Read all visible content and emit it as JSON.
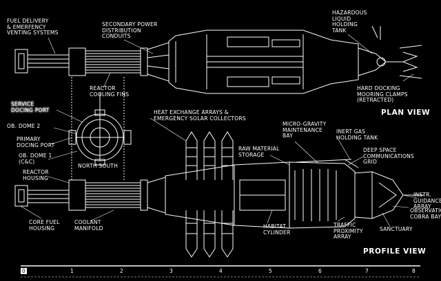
{
  "labels": {
    "fuel_delivery": "FUEL DELIVERY\n& EMERFENCY\nVENTING SYSTEMS",
    "secondary_power": "SECONDARY POWER\nDISTRIBUTION\nCONDUITS",
    "hazardous_tank": "HAZARDOUS\nLIQUID\nHOLDING\nTANK",
    "reactor_fins": "REACTOR\nCOOLING FINS",
    "hard_docking": "HARD DOCKING\nMOORING CLAMPS\n(RETRACTED)",
    "service_port": "SERVICE\nDOCING PORT",
    "heat_exchange": "HEAT EXCHANGE ARRAYS &\nEMERGENCY SOLAR COLLECTORS",
    "ob_dome_2": "OB. DOME 2",
    "micro_gravity": "MICRO-GRAVITY\nMAINTENANCE\nBAY",
    "inert_gas": "INERT GAS\nHOLDING TANK",
    "primary_port": "PRIMARY\nDOCING PORT",
    "raw_material": "RAW MATERIAL\nSTORAGE",
    "deep_space": "DEEP SPACE\nCOMMUNICATIONS\nGRID",
    "ob_dome_1": "OB. DOME 1\n(C&C)",
    "north_south": "NORTH SOUTH",
    "reactor_housing": "REACTOR\nHOUSING",
    "instr_guidance": "INSTR.\nGUIDANCE\nARRAY",
    "core_fuel": "CORE FUEL\nHOUSING",
    "coolant": "COOLANT\nMANIFOLD",
    "habitat": "HABITAT\nCYLINDER",
    "traffic": "TRAFFIC\nPROXIMITY\nARRAY",
    "observation": "OBSERVATION\nCOBRA BAYS",
    "sanctuary": "SANCTUARY"
  },
  "views": {
    "plan": "PLAN VIEW",
    "profile": "PROFILE VIEW"
  },
  "scale": [
    "0",
    "1",
    "2",
    "3",
    "4",
    "5",
    "6",
    "7",
    "8"
  ],
  "colors": {
    "background": "#000000",
    "linework": "#ffffff"
  }
}
